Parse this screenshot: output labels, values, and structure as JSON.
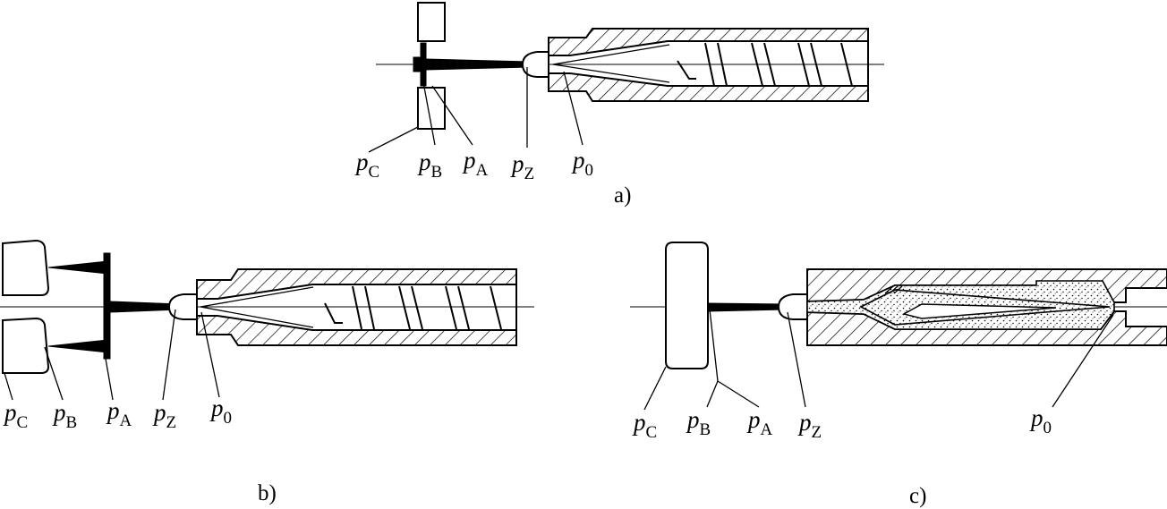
{
  "panels": {
    "a": {
      "caption": "a)",
      "labels": [
        {
          "sym": "p",
          "sub": "C"
        },
        {
          "sym": "p",
          "sub": "B"
        },
        {
          "sym": "p",
          "sub": "A"
        },
        {
          "sym": "p",
          "sub": "Z"
        },
        {
          "sym": "p",
          "sub": "0"
        }
      ]
    },
    "b": {
      "caption": "b)",
      "labels": [
        {
          "sym": "p",
          "sub": "C"
        },
        {
          "sym": "p",
          "sub": "B"
        },
        {
          "sym": "p",
          "sub": "A"
        },
        {
          "sym": "p",
          "sub": "Z"
        },
        {
          "sym": "p",
          "sub": "0"
        }
      ]
    },
    "c": {
      "caption": "c)",
      "labels": [
        {
          "sym": "p",
          "sub": "C"
        },
        {
          "sym": "p",
          "sub": "B"
        },
        {
          "sym": "p",
          "sub": "A"
        },
        {
          "sym": "p",
          "sub": "Z"
        },
        {
          "sym": "p",
          "sub": "0"
        }
      ]
    }
  }
}
